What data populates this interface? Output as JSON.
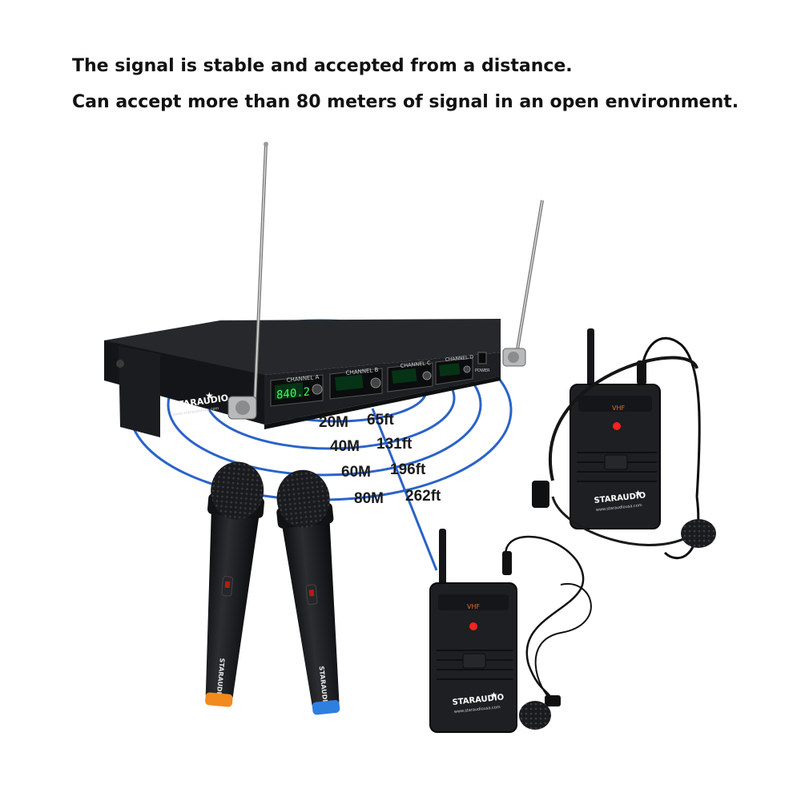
{
  "headline": {
    "line1": "The signal is stable and accepted from a distance.",
    "line2": "Can accept more than 80 meters of signal in an open environment."
  },
  "receiver": {
    "brand": "STARAUDIO",
    "website": "www.staraudiousa.com",
    "channels": [
      "CHANNEL A",
      "CHANNEL B",
      "CHANNEL C",
      "CHANNEL D"
    ],
    "power_label": "POWER"
  },
  "range_labels": [
    {
      "meters": "20M",
      "feet": "65ft"
    },
    {
      "meters": "40M",
      "feet": "131ft"
    },
    {
      "meters": "60M",
      "feet": "196ft"
    },
    {
      "meters": "80M",
      "feet": "262ft"
    }
  ],
  "bodypack": {
    "band": "VHF",
    "brand": "STARAUDIO",
    "website": "www.staraudiousa.com"
  },
  "microphone": {
    "brand": "STARAUDIO"
  },
  "colors": {
    "signal_ring": "#2a63c8",
    "device_body": "#1d1f22",
    "display_green": "#3cff5a",
    "cap_orange": "#f28a1e",
    "cap_blue": "#2f7fe0",
    "led_red": "#ff2020"
  }
}
